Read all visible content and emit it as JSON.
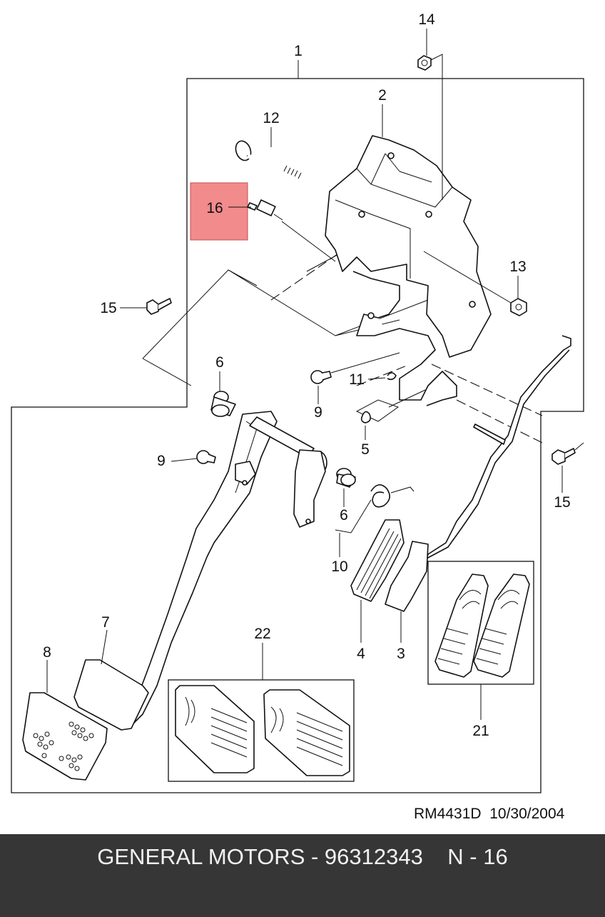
{
  "diagram": {
    "reference_code": "RM4431D  10/30/2004",
    "highlight_color": "#f28b8b",
    "callouts": [
      {
        "id": "c1",
        "text": "1"
      },
      {
        "id": "c2",
        "text": "2"
      },
      {
        "id": "c3",
        "text": "3"
      },
      {
        "id": "c4",
        "text": "4"
      },
      {
        "id": "c5",
        "text": "5"
      },
      {
        "id": "c6a",
        "text": "6"
      },
      {
        "id": "c6b",
        "text": "6"
      },
      {
        "id": "c7",
        "text": "7"
      },
      {
        "id": "c8",
        "text": "8"
      },
      {
        "id": "c9a",
        "text": "9"
      },
      {
        "id": "c9b",
        "text": "9"
      },
      {
        "id": "c10",
        "text": "10"
      },
      {
        "id": "c11",
        "text": "11"
      },
      {
        "id": "c12",
        "text": "12"
      },
      {
        "id": "c13",
        "text": "13"
      },
      {
        "id": "c14",
        "text": "14"
      },
      {
        "id": "c15a",
        "text": "15"
      },
      {
        "id": "c15b",
        "text": "15"
      },
      {
        "id": "c16",
        "text": "16"
      },
      {
        "id": "c21",
        "text": "21"
      },
      {
        "id": "c22",
        "text": "22"
      }
    ]
  },
  "footer": {
    "text": "GENERAL MOTORS - 96312343    N - 16",
    "background": "#363636"
  }
}
